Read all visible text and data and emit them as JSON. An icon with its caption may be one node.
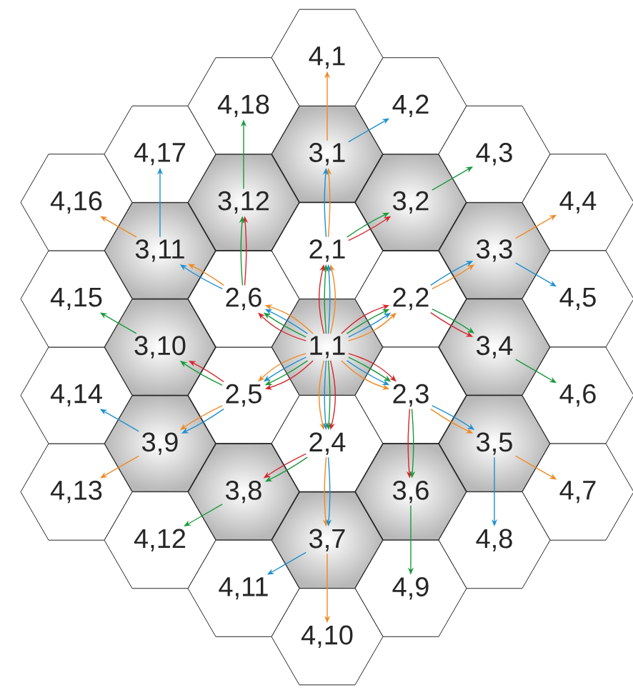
{
  "diagram": {
    "nodes": [
      {
        "text": [
          "1,1"
        ]
      },
      {
        "text": [
          "2,1"
        ]
      },
      {
        "text": [
          "2,2"
        ]
      },
      {
        "text": [
          "2,3"
        ]
      },
      {
        "text": [
          "2,4"
        ]
      },
      {
        "text": [
          "2,5"
        ]
      },
      {
        "text": [
          "2,6"
        ]
      },
      {
        "text": [
          "3,1"
        ]
      },
      {
        "text": [
          "3,2"
        ]
      },
      {
        "text": [
          "3,3"
        ]
      },
      {
        "text": [
          "3,4"
        ]
      },
      {
        "text": [
          "3,5"
        ]
      },
      {
        "text": [
          "3,6"
        ]
      },
      {
        "text": [
          "3,7"
        ]
      },
      {
        "text": [
          "3,8"
        ]
      },
      {
        "text": [
          "3,9"
        ]
      },
      {
        "text": [
          "3,10"
        ]
      },
      {
        "text": [
          "3,11"
        ]
      },
      {
        "text": [
          "3,12"
        ]
      },
      {
        "text": [
          "4,1"
        ]
      },
      {
        "text": [
          "4,2"
        ]
      },
      {
        "text": [
          "4,3"
        ]
      },
      {
        "text": [
          "4,4"
        ]
      },
      {
        "text": [
          "4,5"
        ]
      },
      {
        "text": [
          "4,6"
        ]
      },
      {
        "text": [
          "4,7"
        ]
      },
      {
        "text": [
          "4,8"
        ]
      },
      {
        "text": [
          "4,9"
        ]
      },
      {
        "text": [
          "4,10"
        ]
      },
      {
        "text": [
          "4,11"
        ]
      },
      {
        "text": [
          "4,12"
        ]
      },
      {
        "text": [
          "4,13"
        ]
      },
      {
        "text": [
          "4,14"
        ]
      },
      {
        "text": [
          "4,15"
        ]
      },
      {
        "text": [
          "4,16"
        ]
      },
      {
        "text": [
          "4,17"
        ]
      },
      {
        "text": [
          "4,18"
        ]
      }
    ],
    "edges": [
      {
        "from": 0,
        "to": 1,
        "arrow": "to",
        "color": "#f08a24"
      },
      {
        "from": 0,
        "to": 1,
        "arrow": "to",
        "color": "#1e90d0"
      },
      {
        "from": 0,
        "to": 1,
        "arrow": "to",
        "color": "#1a9a3c"
      },
      {
        "from": 0,
        "to": 1,
        "arrow": "to",
        "color": "#d6262b"
      },
      {
        "from": 0,
        "to": 2,
        "arrow": "to",
        "color": "#f08a24"
      },
      {
        "from": 0,
        "to": 2,
        "arrow": "to",
        "color": "#1e90d0"
      },
      {
        "from": 0,
        "to": 2,
        "arrow": "to",
        "color": "#1a9a3c"
      },
      {
        "from": 0,
        "to": 2,
        "arrow": "to",
        "color": "#d6262b"
      },
      {
        "from": 0,
        "to": 3,
        "arrow": "to",
        "color": "#f08a24"
      },
      {
        "from": 0,
        "to": 3,
        "arrow": "to",
        "color": "#1e90d0"
      },
      {
        "from": 0,
        "to": 3,
        "arrow": "to",
        "color": "#1a9a3c"
      },
      {
        "from": 0,
        "to": 3,
        "arrow": "to",
        "color": "#d6262b"
      },
      {
        "from": 0,
        "to": 4,
        "arrow": "to",
        "color": "#f08a24"
      },
      {
        "from": 0,
        "to": 4,
        "arrow": "to",
        "color": "#1e90d0"
      },
      {
        "from": 0,
        "to": 4,
        "arrow": "to",
        "color": "#1a9a3c"
      },
      {
        "from": 0,
        "to": 4,
        "arrow": "to",
        "color": "#d6262b"
      },
      {
        "from": 0,
        "to": 5,
        "arrow": "to",
        "color": "#f08a24"
      },
      {
        "from": 0,
        "to": 5,
        "arrow": "to",
        "color": "#1e90d0"
      },
      {
        "from": 0,
        "to": 5,
        "arrow": "to",
        "color": "#1a9a3c"
      },
      {
        "from": 0,
        "to": 5,
        "arrow": "to",
        "color": "#d6262b"
      },
      {
        "from": 0,
        "to": 6,
        "arrow": "to",
        "color": "#f08a24"
      },
      {
        "from": 0,
        "to": 6,
        "arrow": "to",
        "color": "#1e90d0"
      },
      {
        "from": 0,
        "to": 6,
        "arrow": "to",
        "color": "#1a9a3c"
      },
      {
        "from": 0,
        "to": 6,
        "arrow": "to",
        "color": "#d6262b"
      },
      {
        "from": 1,
        "to": 7,
        "arrow": "to",
        "color": "#f08a24"
      },
      {
        "from": 1,
        "to": 7,
        "arrow": "to",
        "color": "#1e90d0"
      },
      {
        "from": 1,
        "to": 8,
        "arrow": "to",
        "color": "#d6262b"
      },
      {
        "from": 1,
        "to": 8,
        "arrow": "to",
        "color": "#1a9a3c"
      },
      {
        "from": 2,
        "to": 9,
        "arrow": "to",
        "color": "#f08a24"
      },
      {
        "from": 2,
        "to": 9,
        "arrow": "to",
        "color": "#1e90d0"
      },
      {
        "from": 2,
        "to": 10,
        "arrow": "to",
        "color": "#d6262b"
      },
      {
        "from": 2,
        "to": 10,
        "arrow": "to",
        "color": "#1a9a3c"
      },
      {
        "from": 3,
        "to": 11,
        "arrow": "to",
        "color": "#f08a24"
      },
      {
        "from": 3,
        "to": 11,
        "arrow": "to",
        "color": "#1e90d0"
      },
      {
        "from": 3,
        "to": 12,
        "arrow": "to",
        "color": "#d6262b"
      },
      {
        "from": 3,
        "to": 12,
        "arrow": "to",
        "color": "#1a9a3c"
      },
      {
        "from": 4,
        "to": 13,
        "arrow": "to",
        "color": "#f08a24"
      },
      {
        "from": 4,
        "to": 13,
        "arrow": "to",
        "color": "#1e90d0"
      },
      {
        "from": 4,
        "to": 14,
        "arrow": "to",
        "color": "#d6262b"
      },
      {
        "from": 4,
        "to": 14,
        "arrow": "to",
        "color": "#1a9a3c"
      },
      {
        "from": 5,
        "to": 15,
        "arrow": "to",
        "color": "#f08a24"
      },
      {
        "from": 5,
        "to": 15,
        "arrow": "to",
        "color": "#1e90d0"
      },
      {
        "from": 5,
        "to": 16,
        "arrow": "to",
        "color": "#d6262b"
      },
      {
        "from": 5,
        "to": 16,
        "arrow": "to",
        "color": "#1a9a3c"
      },
      {
        "from": 6,
        "to": 17,
        "arrow": "to",
        "color": "#f08a24"
      },
      {
        "from": 6,
        "to": 17,
        "arrow": "to",
        "color": "#1e90d0"
      },
      {
        "from": 6,
        "to": 18,
        "arrow": "to",
        "color": "#d6262b"
      },
      {
        "from": 6,
        "to": 18,
        "arrow": "to",
        "color": "#1a9a3c"
      },
      {
        "from": 7,
        "to": 19,
        "arrow": "to",
        "color": "#f08a24"
      },
      {
        "from": 7,
        "to": 20,
        "arrow": "to",
        "color": "#1e90d0"
      },
      {
        "from": 8,
        "to": 21,
        "arrow": "to",
        "color": "#1a9a3c"
      },
      {
        "from": 9,
        "to": 22,
        "arrow": "to",
        "color": "#f08a24"
      },
      {
        "from": 9,
        "to": 23,
        "arrow": "to",
        "color": "#1e90d0"
      },
      {
        "from": 10,
        "to": 24,
        "arrow": "to",
        "color": "#1a9a3c"
      },
      {
        "from": 11,
        "to": 25,
        "arrow": "to",
        "color": "#f08a24"
      },
      {
        "from": 11,
        "to": 26,
        "arrow": "to",
        "color": "#1e90d0"
      },
      {
        "from": 12,
        "to": 27,
        "arrow": "to",
        "color": "#1a9a3c"
      },
      {
        "from": 13,
        "to": 28,
        "arrow": "to",
        "color": "#f08a24"
      },
      {
        "from": 13,
        "to": 29,
        "arrow": "to",
        "color": "#1e90d0"
      },
      {
        "from": 14,
        "to": 30,
        "arrow": "to",
        "color": "#1a9a3c"
      },
      {
        "from": 15,
        "to": 31,
        "arrow": "to",
        "color": "#f08a24"
      },
      {
        "from": 15,
        "to": 32,
        "arrow": "to",
        "color": "#1e90d0"
      },
      {
        "from": 16,
        "to": 33,
        "arrow": "to",
        "color": "#1a9a3c"
      },
      {
        "from": 17,
        "to": 34,
        "arrow": "to",
        "color": "#f08a24"
      },
      {
        "from": 17,
        "to": 35,
        "arrow": "to",
        "color": "#1e90d0"
      },
      {
        "from": 18,
        "to": 36,
        "arrow": "to",
        "color": "#1a9a3c"
      }
    ]
  }
}
